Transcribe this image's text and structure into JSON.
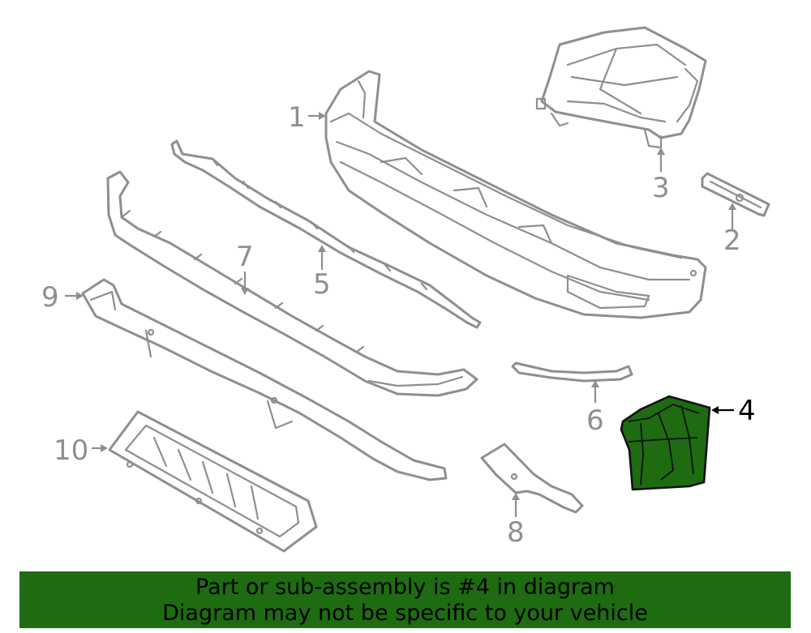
{
  "diagram": {
    "callouts": [
      {
        "id": "1",
        "label": "1"
      },
      {
        "id": "2",
        "label": "2"
      },
      {
        "id": "3",
        "label": "3"
      },
      {
        "id": "4",
        "label": "4"
      },
      {
        "id": "5",
        "label": "5"
      },
      {
        "id": "6",
        "label": "6"
      },
      {
        "id": "7",
        "label": "7"
      },
      {
        "id": "8",
        "label": "8"
      },
      {
        "id": "9",
        "label": "9"
      },
      {
        "id": "10",
        "label": "10"
      }
    ],
    "highlighted_part": "4",
    "highlight_color": "#1e6b12",
    "line_color": "#8f8f8f"
  },
  "banner": {
    "line1": "Part or sub-assembly is #4 in diagram",
    "line2": "Diagram may not be specific to your vehicle",
    "background": "#1e6b12"
  }
}
